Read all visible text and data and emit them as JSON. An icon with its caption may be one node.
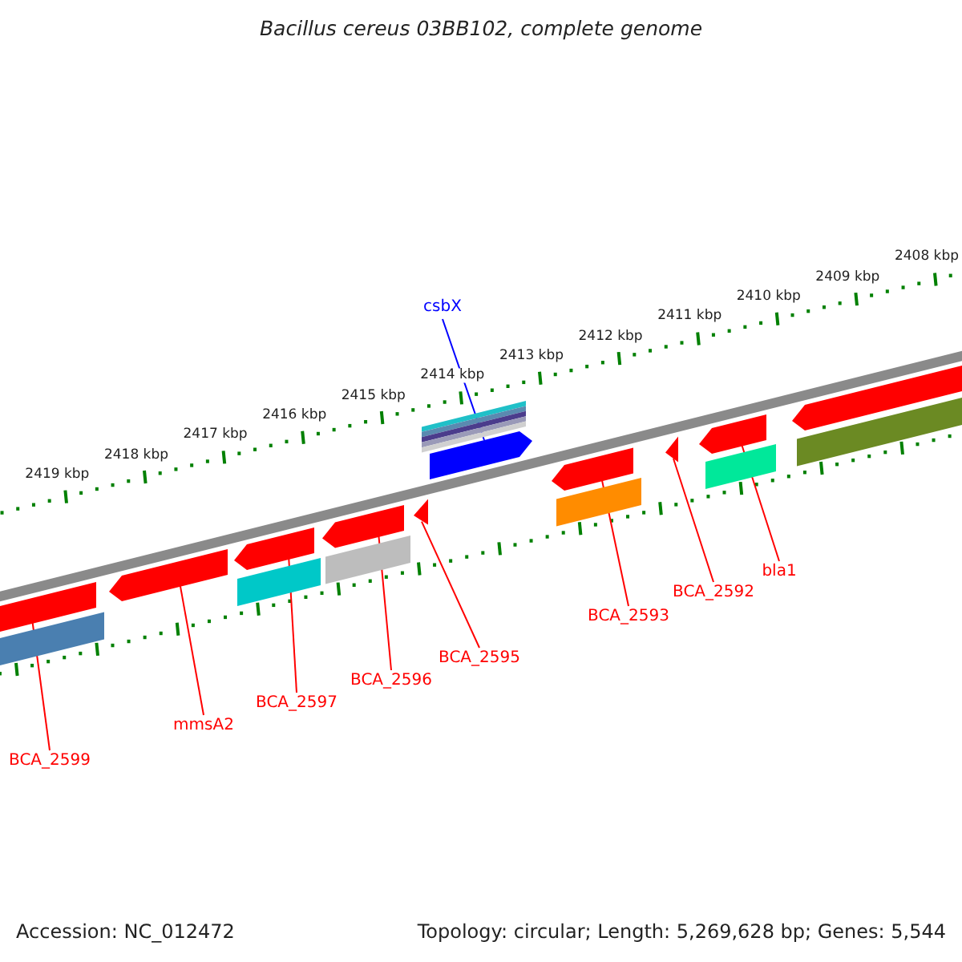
{
  "diagram": {
    "title": "Bacillus cereus 03BB102, complete genome",
    "nodes": [
      {
        "text": [
          "BCA_2599"
        ]
      },
      {
        "text": [
          "mmsA2"
        ]
      },
      {
        "text": [
          "BCA_2597"
        ]
      },
      {
        "text": [
          "BCA_2596"
        ]
      },
      {
        "text": [
          "BCA_2595"
        ]
      },
      {
        "text": [
          "csbX"
        ]
      },
      {
        "text": [
          "BCA_2593"
        ]
      },
      {
        "text": [
          "BCA_2592"
        ]
      },
      {
        "text": [
          "bla1"
        ]
      },
      {
        "text": [],
        "shape": "box"
      },
      {
        "text": [],
        "shape": "pentagon"
      },
      {
        "text": [],
        "shape": "pentagon"
      },
      {
        "text": [],
        "shape": "pentagon"
      },
      {
        "text": [],
        "shape": "triangle"
      },
      {
        "text": [],
        "shape": "pentagon"
      },
      {
        "text": [],
        "shape": "pentagon"
      },
      {
        "text": [],
        "shape": "triangle"
      },
      {
        "text": [],
        "shape": "pentagon"
      },
      {
        "text": [],
        "shape": "bar"
      },
      {
        "text": [],
        "shape": "bar"
      },
      {
        "text": [],
        "shape": "bar"
      },
      {
        "text": [],
        "shape": "bar"
      },
      {
        "text": [],
        "shape": "bar"
      },
      {
        "text": [],
        "shape": "bar"
      },
      {
        "text": [],
        "shape": "bar"
      },
      {
        "text": [],
        "shape": "pentagon"
      }
    ],
    "edges": [
      {
        "from": 0,
        "to": 9,
        "arrow": "none"
      },
      {
        "from": 1,
        "to": 10,
        "arrow": "none"
      },
      {
        "from": 2,
        "to": 11,
        "arrow": "none"
      },
      {
        "from": 3,
        "to": 12,
        "arrow": "none"
      },
      {
        "from": 4,
        "to": 13,
        "arrow": "none"
      },
      {
        "from": 5,
        "to": 14,
        "arrow": "none",
        "color": "#0000ff"
      },
      {
        "from": 6,
        "to": 15,
        "arrow": "none"
      },
      {
        "from": 7,
        "to": 16,
        "arrow": "none"
      },
      {
        "from": 8,
        "to": 17,
        "arrow": "none"
      }
    ],
    "labels": [
      "2408 kbp",
      "2409 kbp",
      "2410 kbp",
      "2411 kbp",
      "2412 kbp",
      "2413 kbp",
      "2414 kbp",
      "2415 kbp",
      "2416 kbp",
      "2417 kbp",
      "2418 kbp",
      "2419 kbp",
      "Accession: NC_012472",
      "Topology: circular; Length: 5,269,628 bp; Genes: 5,544"
    ]
  }
}
